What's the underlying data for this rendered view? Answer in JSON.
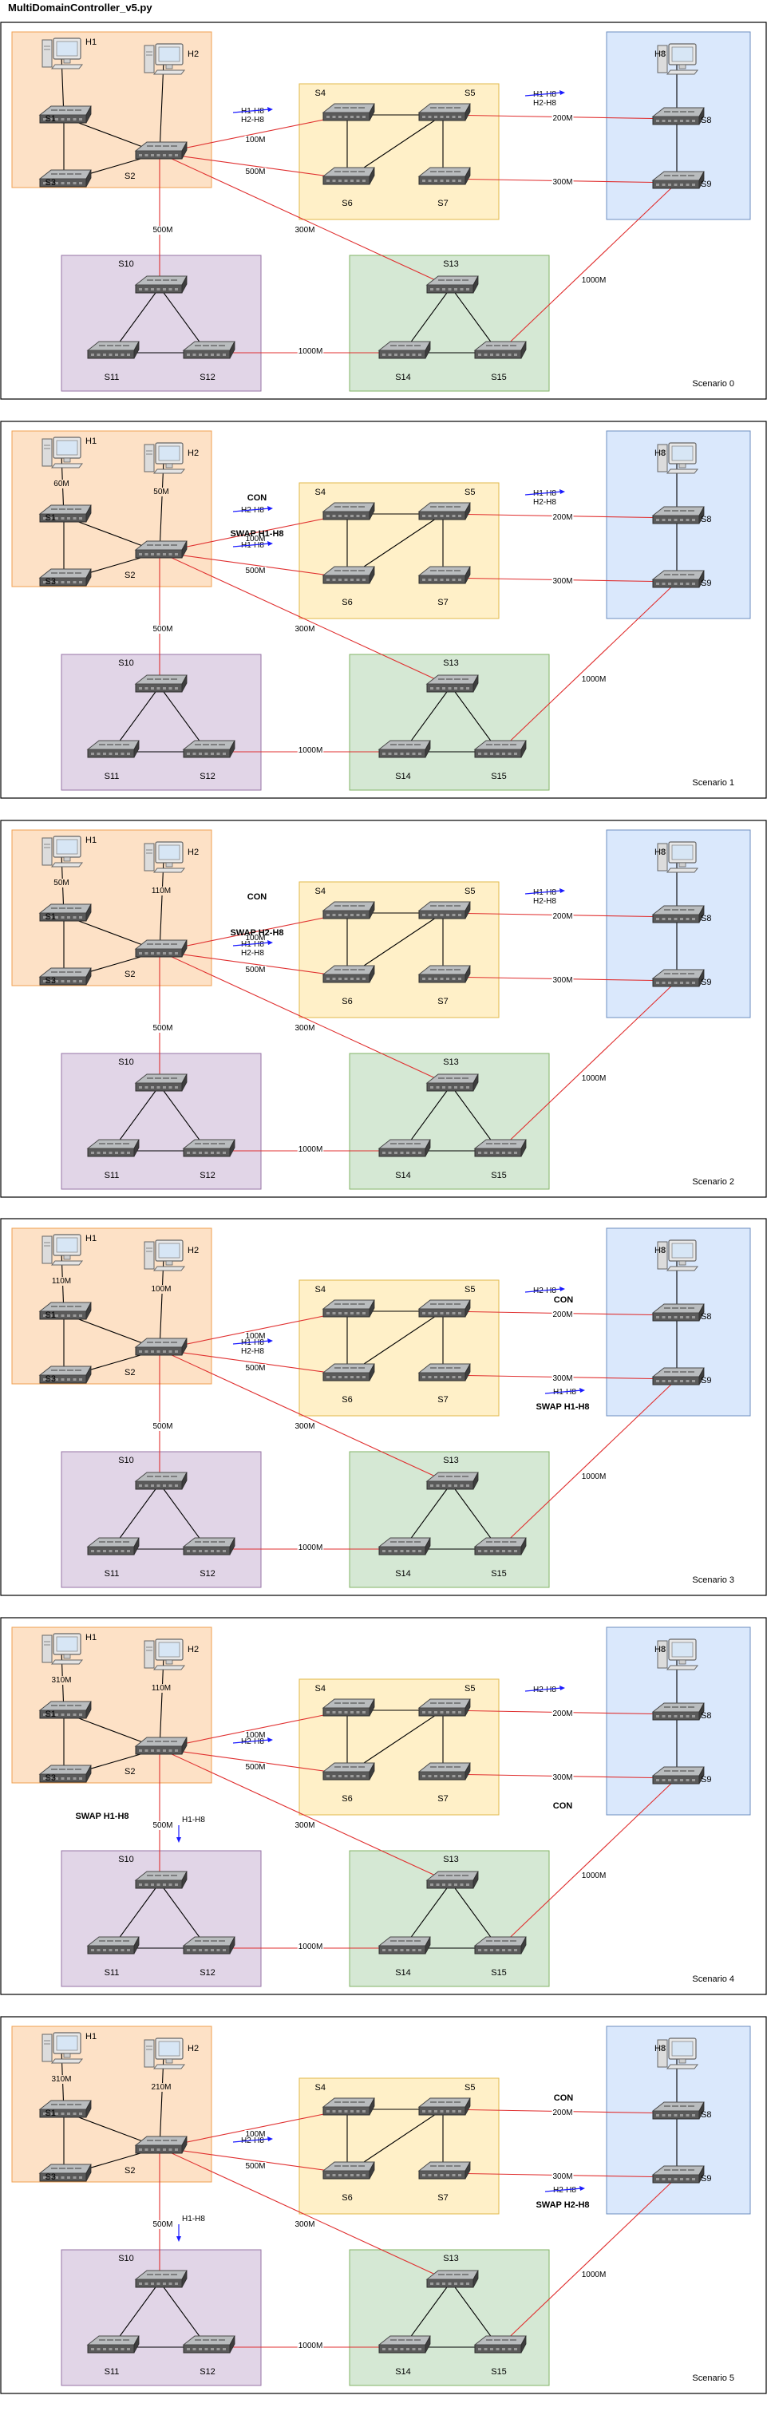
{
  "title": "MultiDomainController_v5.py",
  "colors": {
    "domain_orange": "#fde1c6",
    "domain_orange_border": "#f0a050",
    "domain_yellow": "#fff0c8",
    "domain_yellow_border": "#e2b94a",
    "domain_blue": "#dae8fc",
    "domain_blue_border": "#6c8ebf",
    "domain_purple": "#e1d5e7",
    "domain_purple_border": "#9673a6",
    "domain_green": "#d5e8d4",
    "domain_green_border": "#82b366",
    "inter_link": "#e03030",
    "intra_link": "#000000",
    "flow_arrow": "#1a1aff"
  },
  "icons": {
    "switch": "network-switch-icon",
    "host": "desktop-computer-icon"
  },
  "nodes": {
    "hosts": [
      "H1",
      "H2",
      "H8"
    ],
    "switches": [
      "S1",
      "S2",
      "S3",
      "S4",
      "S5",
      "S6",
      "S7",
      "S8",
      "S9",
      "S10",
      "S11",
      "S12",
      "S13",
      "S14",
      "S15"
    ]
  },
  "links": {
    "intra": [
      [
        "H1",
        "S1"
      ],
      [
        "H2",
        "S2"
      ],
      [
        "H8",
        "S8"
      ],
      [
        "S1",
        "S2"
      ],
      [
        "S1",
        "S3"
      ],
      [
        "S3",
        "S2"
      ],
      [
        "S4",
        "S5"
      ],
      [
        "S4",
        "S6"
      ],
      [
        "S5",
        "S6"
      ],
      [
        "S5",
        "S7"
      ],
      [
        "S8",
        "S9"
      ],
      [
        "S10",
        "S11"
      ],
      [
        "S10",
        "S12"
      ],
      [
        "S11",
        "S12"
      ],
      [
        "S13",
        "S14"
      ],
      [
        "S13",
        "S15"
      ],
      [
        "S14",
        "S15"
      ]
    ],
    "inter": [
      {
        "from": "S2",
        "to": "S4",
        "label": "100M"
      },
      {
        "from": "S2",
        "to": "S6",
        "label": "500M"
      },
      {
        "from": "S2",
        "to": "S13",
        "label": "300M"
      },
      {
        "from": "S2",
        "to": "S10",
        "label": "500M"
      },
      {
        "from": "S5",
        "to": "S8",
        "label": "200M"
      },
      {
        "from": "S7",
        "to": "S9",
        "label": "300M"
      },
      {
        "from": "S12",
        "to": "S14",
        "label": "1000M"
      },
      {
        "from": "S9",
        "to": "S15",
        "label": "1000M"
      }
    ]
  },
  "scenarios": [
    {
      "name": "Scenario 0",
      "host_link_labels": {},
      "flows": [
        {
          "at": "S2-S4",
          "labels": [
            "H1-H8",
            "H2-H8"
          ],
          "dir": "right"
        },
        {
          "at": "S5-S8",
          "labels": [
            "H1-H8",
            "H2-H8"
          ],
          "dir": "right"
        }
      ],
      "events": []
    },
    {
      "name": "Scenario 1",
      "host_link_labels": {
        "H1": "60M",
        "H2": "50M"
      },
      "flows": [
        {
          "at": "S2-S4",
          "labels": [
            "H2-H8"
          ],
          "dir": "right"
        },
        {
          "at": "S2-S6",
          "labels": [
            "H1-H8"
          ],
          "dir": "right"
        },
        {
          "at": "S5-S8",
          "labels": [
            "H1-H8",
            "H2-H8"
          ],
          "dir": "right"
        }
      ],
      "events": [
        {
          "at": "S2-S4",
          "text": "CON"
        },
        {
          "at": "S2-S6",
          "text": "SWAP H1-H8"
        }
      ]
    },
    {
      "name": "Scenario 2",
      "host_link_labels": {
        "H1": "50M",
        "H2": "110M"
      },
      "flows": [
        {
          "at": "S2-S6",
          "labels": [
            "H1-H8",
            "H2-H8"
          ],
          "dir": "right"
        },
        {
          "at": "S5-S8",
          "labels": [
            "H1-H8",
            "H2-H8"
          ],
          "dir": "right"
        }
      ],
      "events": [
        {
          "at": "S2-S4",
          "text": "CON"
        },
        {
          "at": "S2-S6",
          "text": "SWAP H2-H8"
        }
      ]
    },
    {
      "name": "Scenario 3",
      "host_link_labels": {
        "H1": "110M",
        "H2": "100M"
      },
      "flows": [
        {
          "at": "S2-S6",
          "labels": [
            "H1-H8",
            "H2-H8"
          ],
          "dir": "right"
        },
        {
          "at": "S5-S8",
          "labels": [
            "H2-H8"
          ],
          "dir": "right"
        },
        {
          "at": "S7-S9",
          "labels": [
            "H1-H8"
          ],
          "dir": "right"
        }
      ],
      "events": [
        {
          "at": "S5-S8",
          "text": "CON"
        },
        {
          "at": "S7-S9",
          "text": "SWAP H1-H8"
        }
      ]
    },
    {
      "name": "Scenario 4",
      "host_link_labels": {
        "H1": "310M",
        "H2": "110M"
      },
      "flows": [
        {
          "at": "S2-S6",
          "labels": [
            "H2-H8"
          ],
          "dir": "right"
        },
        {
          "at": "S2-S10",
          "labels": [
            "H1-H8"
          ],
          "dir": "down"
        },
        {
          "at": "S5-S8",
          "labels": [
            "H2-H8"
          ],
          "dir": "right"
        }
      ],
      "events": [
        {
          "at": "S7-S9",
          "text": "CON"
        },
        {
          "at": "S2-S10",
          "text": "SWAP H1-H8"
        }
      ]
    },
    {
      "name": "Scenario 5",
      "host_link_labels": {
        "H1": "310M",
        "H2": "210M"
      },
      "flows": [
        {
          "at": "S2-S6",
          "labels": [
            "H2-H8"
          ],
          "dir": "right"
        },
        {
          "at": "S2-S10",
          "labels": [
            "H1-H8"
          ],
          "dir": "down"
        },
        {
          "at": "S7-S9",
          "labels": [
            "H2-H8"
          ],
          "dir": "right"
        }
      ],
      "events": [
        {
          "at": "S5-S8",
          "text": "CON"
        },
        {
          "at": "S7-S9",
          "text": "SWAP H2-H8"
        }
      ]
    }
  ]
}
